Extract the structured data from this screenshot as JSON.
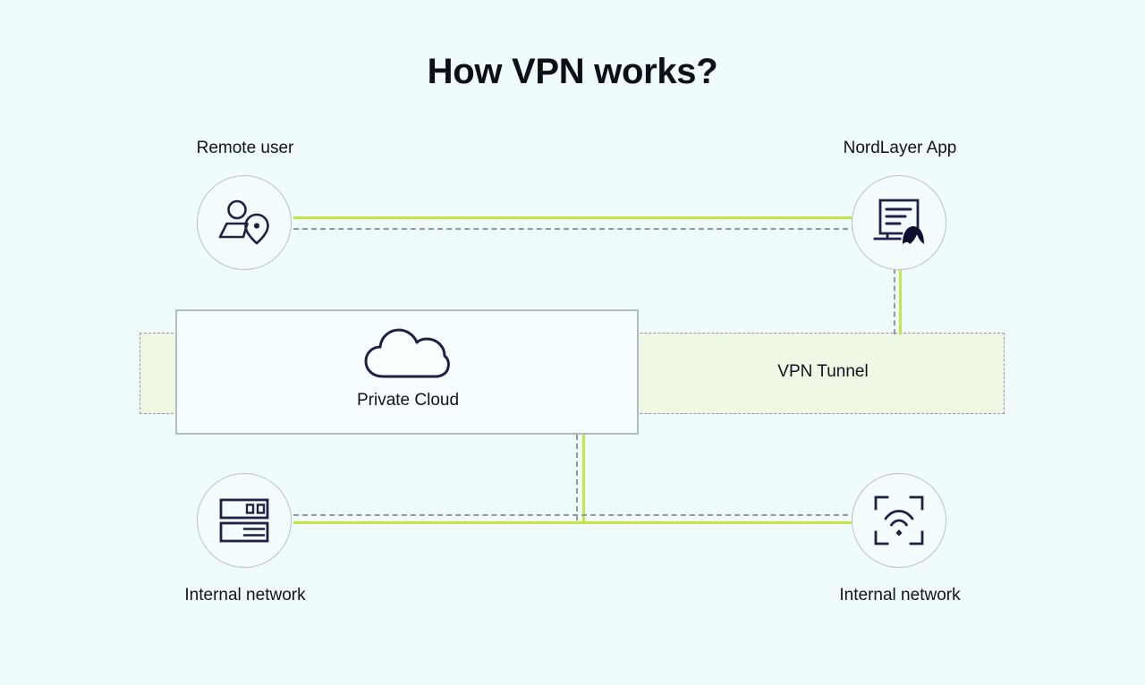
{
  "page": {
    "title": "How VPN works?",
    "background_color": "#f0fbfc"
  },
  "colors": {
    "accent_green": "#c3e845",
    "tunnel_fill": "#eef8e4",
    "dash_gray": "#8e9aa3",
    "icon_navy": "#1c2145",
    "circle_border": "#b9c2c6",
    "box_border": "#b0bcc2",
    "text": "#10131c"
  },
  "nodes": {
    "remote_user": {
      "label": "Remote user",
      "icon": "user-location-icon"
    },
    "nordlayer_app": {
      "label": "NordLayer App",
      "icon": "app-window-nordlayer-icon"
    },
    "internal_network_left": {
      "label": "Internal network",
      "icon": "server-rack-icon"
    },
    "internal_network_right": {
      "label": "Internal network",
      "icon": "wifi-scan-icon"
    },
    "private_cloud": {
      "label": "Private Cloud",
      "icon": "cloud-icon"
    },
    "vpn_tunnel": {
      "label": "VPN Tunnel"
    }
  },
  "connections": [
    {
      "name": "remote-user-to-nordlayer-app",
      "style": "green-solid-and-gray-dashed",
      "orientation": "horizontal"
    },
    {
      "name": "nordlayer-app-to-vpn-tunnel",
      "style": "green-solid-and-gray-dashed",
      "orientation": "vertical"
    },
    {
      "name": "private-cloud-to-internal-network",
      "style": "green-solid-and-gray-dashed",
      "orientation": "vertical"
    },
    {
      "name": "internal-network-left-to-right",
      "style": "green-solid-and-gray-dashed",
      "orientation": "horizontal"
    }
  ]
}
